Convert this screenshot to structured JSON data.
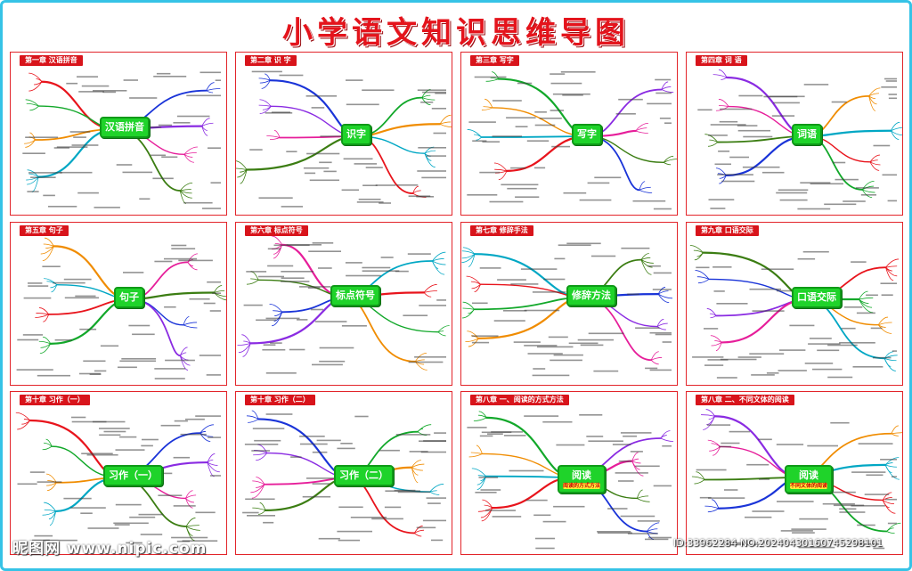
{
  "title": "小学语文知识思维导图",
  "panels": [
    {
      "chapter": "第一章 汉语拼音",
      "center": "汉语拼音",
      "sub": ""
    },
    {
      "chapter": "第二章 识 字",
      "center": "识字",
      "sub": ""
    },
    {
      "chapter": "第三章 写字",
      "center": "写字",
      "sub": ""
    },
    {
      "chapter": "第四章 词 语",
      "center": "词语",
      "sub": ""
    },
    {
      "chapter": "第五章 句子",
      "center": "句子",
      "sub": ""
    },
    {
      "chapter": "第六章 标点符号",
      "center": "标点符号",
      "sub": ""
    },
    {
      "chapter": "第七章 修辞手法",
      "center": "修辞方法",
      "sub": ""
    },
    {
      "chapter": "第九章 口语交际",
      "center": "口语交际",
      "sub": ""
    },
    {
      "chapter": "第十章 习作（一）",
      "center": "习作（一）",
      "sub": ""
    },
    {
      "chapter": "第十章 习作（二）",
      "center": "习作（二）",
      "sub": ""
    },
    {
      "chapter": "第八章 一、阅读的方式方法",
      "center": "阅读",
      "sub": "阅读的方式方法"
    },
    {
      "chapter": "第八章 二、不同文体的阅读",
      "center": "阅读",
      "sub": "不同文体的阅读"
    }
  ],
  "watermark": {
    "left": "昵图网 www.nipic.com",
    "right": "ID:33962284 NO:20240430160745298101"
  },
  "colors": {
    "frame": "#36c3e6",
    "title": "#e4141c",
    "panel_border": "#e2242a",
    "center_fill": "#1fd32a",
    "branches": [
      "#e8141c",
      "#1a34d8",
      "#12a82a",
      "#8a2be2",
      "#f08c00",
      "#e61e9a",
      "#00a7c4",
      "#3b7d12"
    ]
  }
}
